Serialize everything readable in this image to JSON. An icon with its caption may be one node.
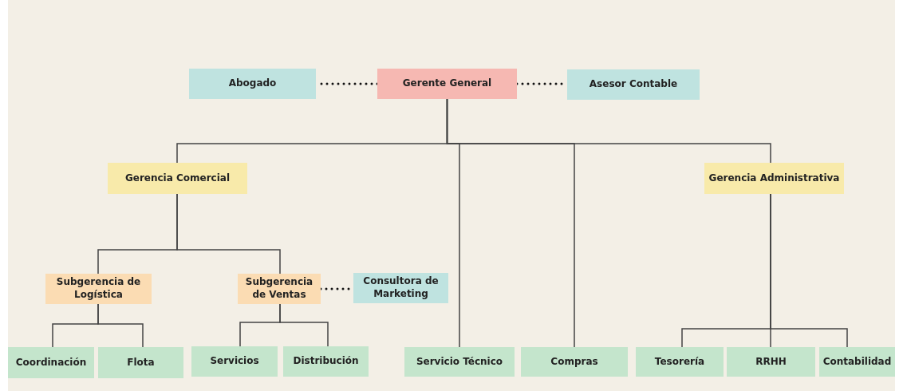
{
  "diagram": {
    "nodes": [
      {
        "text": [
          "Abogado"
        ]
      },
      {
        "text": [
          "Gerente General"
        ]
      },
      {
        "text": [
          "Asesor Contable"
        ]
      },
      {
        "text": [
          "Gerencia Comercial"
        ]
      },
      {
        "text": [
          "Servicio Técnico"
        ]
      },
      {
        "text": [
          "Compras"
        ]
      },
      {
        "text": [
          "Gerencia Administrativa"
        ]
      },
      {
        "text": [
          "Subgerencia de Logística"
        ]
      },
      {
        "text": [
          "Subgerencia de Ventas"
        ]
      },
      {
        "text": [
          "Consultora de Marketing"
        ]
      },
      {
        "text": [
          "Coordinación"
        ]
      },
      {
        "text": [
          "Flota"
        ]
      },
      {
        "text": [
          "Servicios"
        ]
      },
      {
        "text": [
          "Distribución"
        ]
      },
      {
        "text": [
          "Tesorería"
        ]
      },
      {
        "text": [
          "RRHH"
        ]
      },
      {
        "text": [
          "Contabilidad"
        ]
      }
    ],
    "edges": [
      {
        "from": 1,
        "to": 0,
        "arrow": "none",
        "style": "dashed"
      },
      {
        "from": 1,
        "to": 2,
        "arrow": "none",
        "style": "dashed"
      },
      {
        "from": 1,
        "to": 3,
        "arrow": "none"
      },
      {
        "from": 1,
        "to": 4,
        "arrow": "none"
      },
      {
        "from": 1,
        "to": 5,
        "arrow": "none"
      },
      {
        "from": 1,
        "to": 6,
        "arrow": "none"
      },
      {
        "from": 3,
        "to": 7,
        "arrow": "none"
      },
      {
        "from": 3,
        "to": 8,
        "arrow": "none"
      },
      {
        "from": 8,
        "to": 9,
        "arrow": "none",
        "style": "dashed"
      },
      {
        "from": 7,
        "to": 10,
        "arrow": "none"
      },
      {
        "from": 7,
        "to": 11,
        "arrow": "none"
      },
      {
        "from": 8,
        "to": 12,
        "arrow": "none"
      },
      {
        "from": 8,
        "to": 13,
        "arrow": "none"
      },
      {
        "from": 6,
        "to": 14,
        "arrow": "none"
      },
      {
        "from": 6,
        "to": 15,
        "arrow": "none"
      },
      {
        "from": 6,
        "to": 16,
        "arrow": "none"
      }
    ]
  }
}
